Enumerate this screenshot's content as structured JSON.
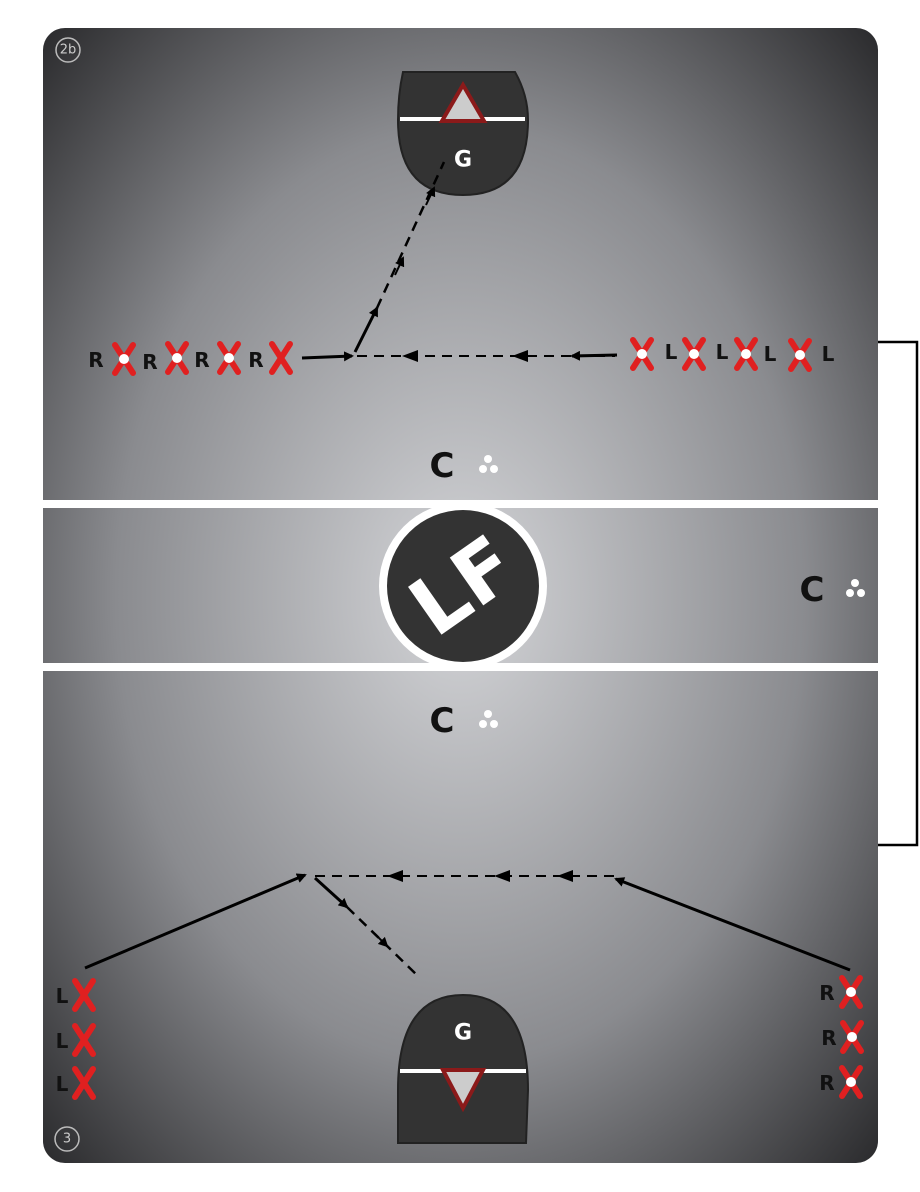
{
  "diagram": {
    "top_badge": "2b",
    "bottom_badge": "3",
    "goalie_label": "G",
    "coach_label": "C",
    "logo_text": "LF",
    "top_left_labels": [
      "R",
      "R",
      "R",
      "R"
    ],
    "top_right_labels": [
      "L",
      "L",
      "L",
      "L"
    ],
    "bottom_left_labels": [
      "L",
      "L",
      "L"
    ],
    "bottom_right_labels": [
      "R",
      "R",
      "R"
    ],
    "colors": {
      "player_x": "#e02020",
      "goal": "#8b1a1a",
      "field_dark": "#333333",
      "line": "#ffffff"
    }
  }
}
